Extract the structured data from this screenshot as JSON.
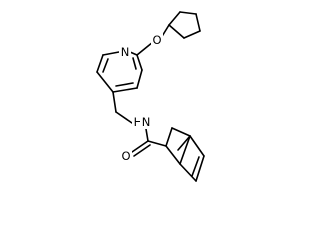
{
  "molecule": {
    "atom_labels": {
      "ring_nitrogen": "N",
      "ether_oxygen": "O",
      "amide_nitrogen": "N",
      "amide_hydrogen": "H",
      "carbonyl_oxygen": "O"
    },
    "colors": {
      "bond": "#000000",
      "label": "#000000",
      "background": "#ffffff"
    }
  }
}
